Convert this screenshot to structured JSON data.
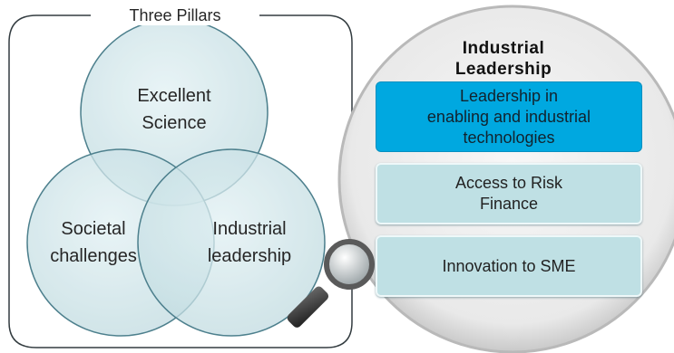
{
  "frame": {
    "title": "Three Pillars"
  },
  "pillars": [
    {
      "id": "science",
      "lines": [
        "Excellent",
        "Science"
      ]
    },
    {
      "id": "societal",
      "lines": [
        "Societal",
        "challenges"
      ]
    },
    {
      "id": "industrial",
      "lines": [
        "Industrial",
        "leadership"
      ]
    }
  ],
  "zoom": {
    "title_lines": [
      "Industrial",
      "Leadership"
    ],
    "boxes": [
      {
        "lines": [
          "Leadership in",
          "enabling and industrial",
          "technologies"
        ],
        "highlight": true
      },
      {
        "lines": [
          "Access to Risk",
          "Finance"
        ],
        "highlight": false
      },
      {
        "lines": [
          "Innovation to SME"
        ],
        "highlight": false
      }
    ]
  },
  "icons": {
    "magnifier": "magnifier-icon"
  },
  "colors": {
    "circle_fill": "#c3dfe3",
    "circle_stroke": "#2f6a7a",
    "highlight": "#00a8e0",
    "box": "#bfe0e4"
  }
}
